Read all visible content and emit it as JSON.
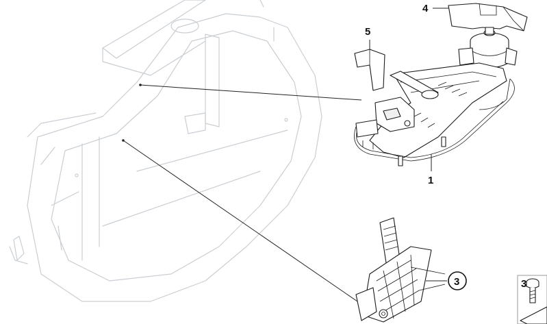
{
  "callouts": {
    "part_1": "1",
    "part_3_circle": "3",
    "part_3_box": "3",
    "part_4": "4",
    "part_5": "5"
  },
  "colors": {
    "line": "#1a1a1a",
    "ghost": "#c9ced3",
    "background": "#ffffff"
  }
}
